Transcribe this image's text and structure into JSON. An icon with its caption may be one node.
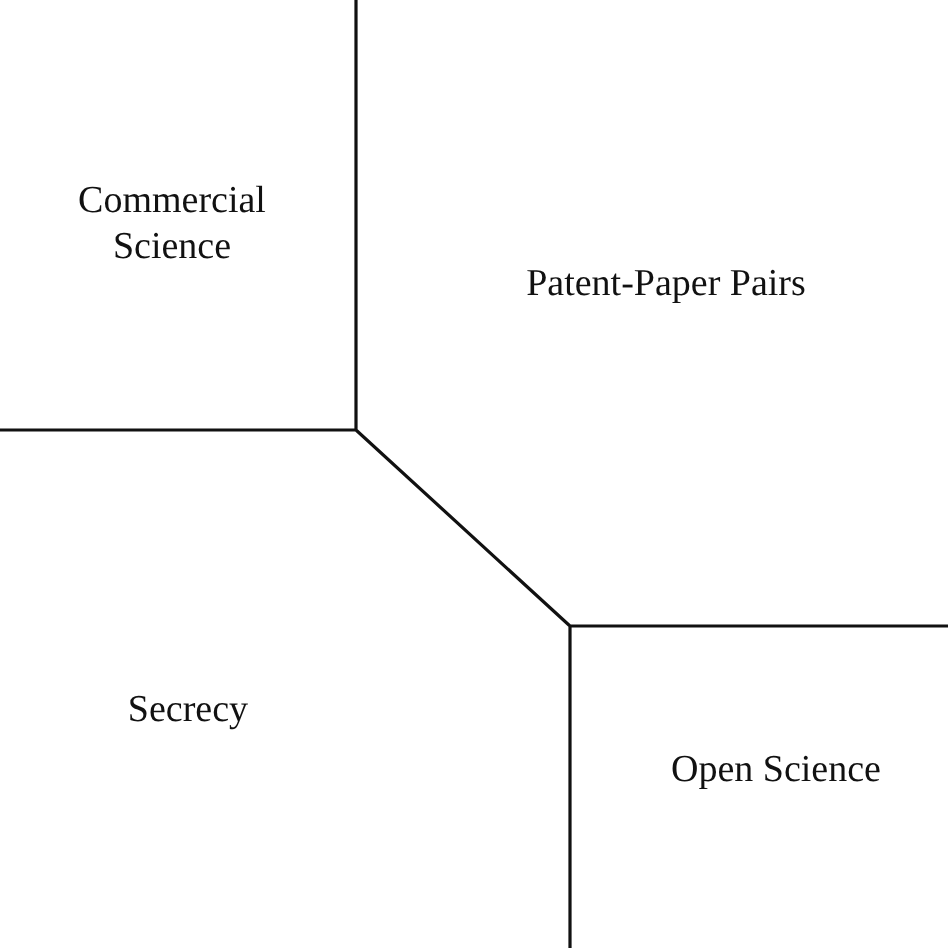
{
  "diagram": {
    "nodes": [
      {
        "text": [
          "Commercial Science"
        ]
      },
      {
        "text": [
          "Patent-Paper Pairs"
        ]
      },
      {
        "text": [
          "Secrecy"
        ]
      },
      {
        "text": [
          "Open Science"
        ]
      }
    ]
  }
}
